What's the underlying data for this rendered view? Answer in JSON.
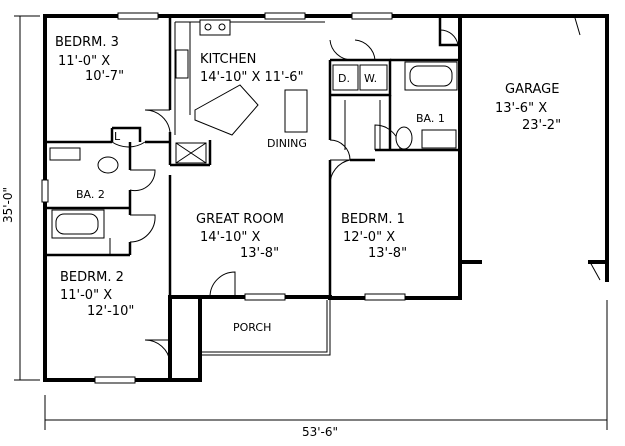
{
  "rooms": {
    "bedroom3": {
      "name": "BEDRM. 3",
      "w": "11'-0\" X",
      "h": "10'-7\""
    },
    "kitchen": {
      "name": "KITCHEN",
      "dim": "14'-10\" X 11'-6\""
    },
    "dining": {
      "name": "DINING"
    },
    "dryer": {
      "name": "D."
    },
    "washer": {
      "name": "W."
    },
    "bath1": {
      "name": "BA. 1"
    },
    "garage": {
      "name": "GARAGE",
      "w": "13'-6\" X",
      "h": "23'-2\""
    },
    "bath2": {
      "name": "BA. 2"
    },
    "great_room": {
      "name": "GREAT ROOM",
      "w": "14'-10\" X",
      "h": "13'-8\""
    },
    "bedroom1": {
      "name": "BEDRM. 1",
      "w": "12'-0\" X",
      "h": "13'-8\""
    },
    "bedroom2": {
      "name": "BEDRM. 2",
      "w": "11'-0\" X",
      "h": "12'-10\""
    },
    "porch": {
      "name": "PORCH"
    },
    "linen": {
      "name": "L"
    }
  },
  "dimensions": {
    "depth": "35'-0\"",
    "width": "53'-6\""
  }
}
